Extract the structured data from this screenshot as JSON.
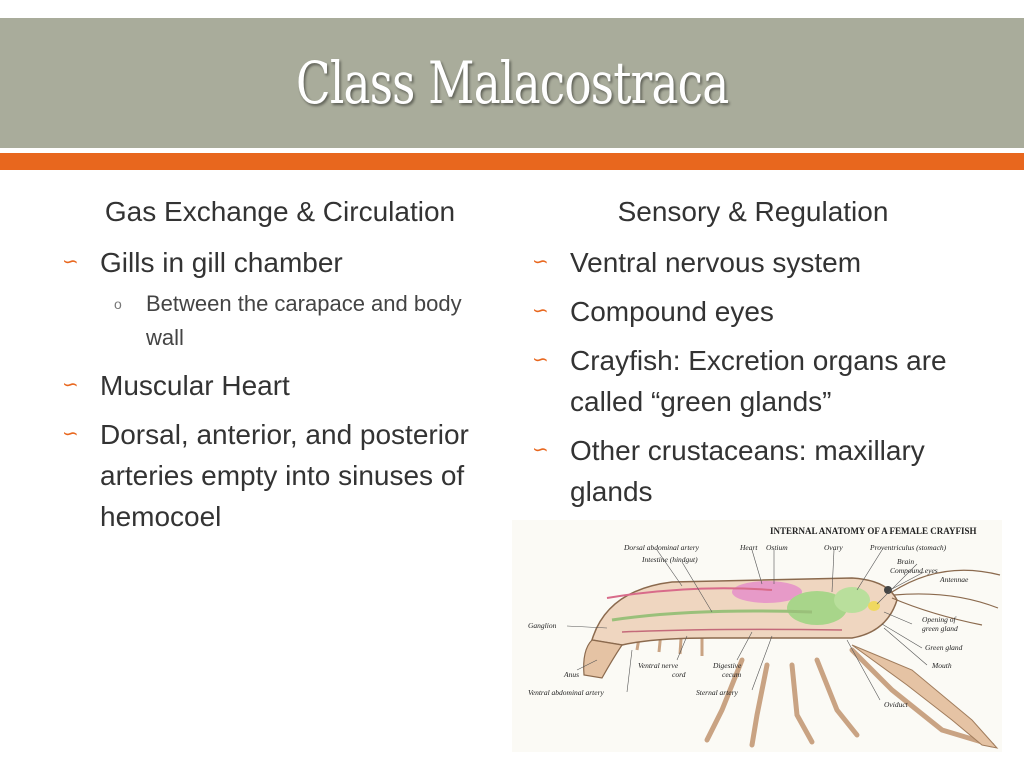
{
  "slide": {
    "title": "Class Malacostraca"
  },
  "left": {
    "heading": "Gas Exchange & Circulation",
    "bullets": [
      "Gills in gill chamber",
      "Muscular Heart",
      "Dorsal, anterior, and posterior arteries empty into sinuses of hemocoel"
    ],
    "sub_bullet": "Between the carapace and body wall"
  },
  "right": {
    "heading": "Sensory & Regulation",
    "bullets": [
      "Ventral nervous system",
      "Compound eyes",
      "Crayfish: Excretion organs are called “green glands”",
      "Other crustaceans: maxillary glands"
    ]
  },
  "diagram": {
    "title": "INTERNAL ANATOMY OF A FEMALE CRAYFISH",
    "labels": {
      "dorsal_abdominal_artery": "Dorsal abdominal artery",
      "heart": "Heart",
      "ostium": "Ostium",
      "ovary": "Ovary",
      "proventriculus": "Proventriculus (stomach)",
      "intestine": "Intestine (hindgut)",
      "brain": "Brain",
      "compound_eyes": "Compound eyes",
      "antennae": "Antennae",
      "ganglion": "Ganglion",
      "opening_green_gland_1": "Opening of",
      "opening_green_gland_2": "green gland",
      "green_gland": "Green gland",
      "mouth": "Mouth",
      "anus": "Anus",
      "ventral_nerve_cord_1": "Ventral nerve",
      "ventral_nerve_cord_2": "cord",
      "digestive_cecum_1": "Digestive",
      "digestive_cecum_2": "cecum",
      "sternal_artery": "Sternal artery",
      "ventral_abdominal_artery": "Ventral abdominal artery",
      "oviduct": "Oviduct"
    }
  },
  "colors": {
    "title_bar": "#a9ac9b",
    "accent": "#e8671e"
  }
}
